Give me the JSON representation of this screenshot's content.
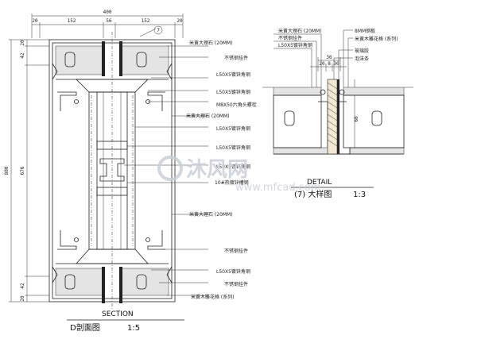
{
  "section": {
    "dims_top": {
      "overall": "400",
      "left_edge": "20",
      "a": "152",
      "b": "56",
      "c": "152",
      "right_edge": "20"
    },
    "dims_left": {
      "overall": "800",
      "top_a": "20",
      "top_b": "42",
      "middle": "676",
      "bot_b": "42",
      "bot_a": "20"
    },
    "callouts": [
      "米黄大理石 (20MM)",
      "不锈钢挂件",
      "L50X5镀锌角钢",
      "L50X5镀锌角钢",
      "M8X50六角头螺栓",
      "米黄大理石 (20MM)",
      "L50X5镀锌角钢",
      "L50X5镀锌角钢",
      "L50X5镀锌角钢",
      "10#热镀锌槽钢",
      "米黄大理石 (20MM)",
      "不锈钢挂件",
      "L50X5镀锌角钢",
      "不锈钢挂件",
      "米黄木雕花格 (系列)"
    ],
    "title_en": "SECTION",
    "title_cn": "D剖面图",
    "scale": "1:5",
    "grid_bubble": "7"
  },
  "detail": {
    "callouts_left": [
      "米黄大理石 (20MM)",
      "不锈钢挂件",
      "L50X5镀锌角钢"
    ],
    "callouts_right": [
      "8MM钢板",
      "米黄木雕花格 (系列)",
      "玻璃胶",
      "泡沫条"
    ],
    "dims": {
      "a": "36",
      "b": "20",
      "c": "8",
      "d": "30",
      "e": "60"
    },
    "title_en": "DETAIL",
    "title_cn": "(7) 大样图",
    "scale": "1:3"
  },
  "watermark": {
    "brand": "沐风网",
    "url": "www.mfcad.com"
  }
}
